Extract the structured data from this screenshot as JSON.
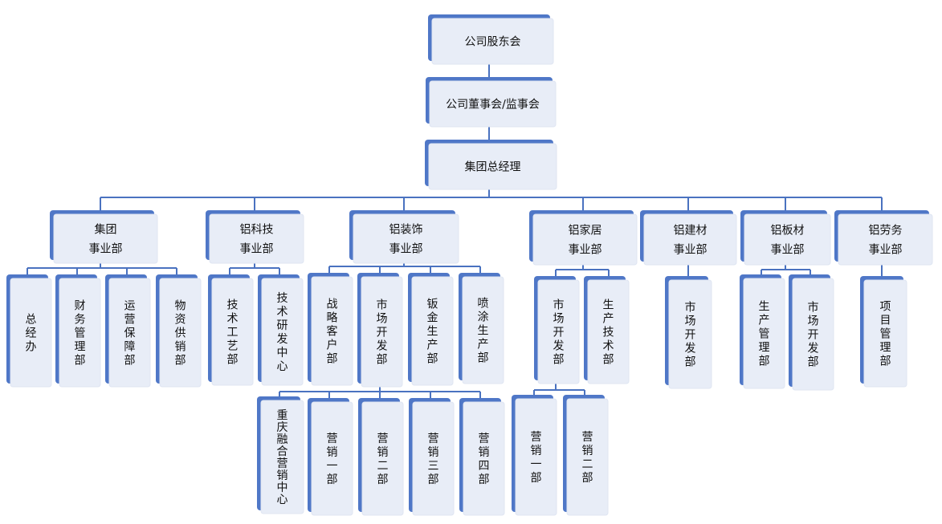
{
  "chart_data": {
    "type": "org-chart",
    "nodes": [
      {
        "id": "shareholders",
        "lines": [
          "公司股东会"
        ],
        "orientation": "horizontal",
        "parent": null
      },
      {
        "id": "board",
        "lines": [
          "公司董事会/监事会"
        ],
        "orientation": "horizontal",
        "parent": "shareholders"
      },
      {
        "id": "gm",
        "lines": [
          "集团总经理"
        ],
        "orientation": "horizontal",
        "parent": "board"
      },
      {
        "id": "group-division",
        "lines": [
          "集团",
          "事业部"
        ],
        "orientation": "horizontal",
        "parent": "gm"
      },
      {
        "id": "al-tech-division",
        "lines": [
          "铝科技",
          "事业部"
        ],
        "orientation": "horizontal",
        "parent": "gm"
      },
      {
        "id": "al-decor-division",
        "lines": [
          "铝装饰",
          "事业部"
        ],
        "orientation": "horizontal",
        "parent": "gm"
      },
      {
        "id": "al-home-division",
        "lines": [
          "铝家居",
          "事业部"
        ],
        "orientation": "horizontal",
        "parent": "gm"
      },
      {
        "id": "al-build-division",
        "lines": [
          "铝建材",
          "事业部"
        ],
        "orientation": "horizontal",
        "parent": "gm"
      },
      {
        "id": "al-sheet-division",
        "lines": [
          "铝板材",
          "事业部"
        ],
        "orientation": "horizontal",
        "parent": "gm"
      },
      {
        "id": "al-labor-division",
        "lines": [
          "铝劳务",
          "事业部"
        ],
        "orientation": "horizontal",
        "parent": "gm"
      },
      {
        "id": "g-office",
        "lines": [
          "总经办"
        ],
        "orientation": "vertical",
        "parent": "group-division"
      },
      {
        "id": "g-finance",
        "lines": [
          "财务管理部"
        ],
        "orientation": "vertical",
        "parent": "group-division"
      },
      {
        "id": "g-ops",
        "lines": [
          "运营保障部"
        ],
        "orientation": "vertical",
        "parent": "group-division"
      },
      {
        "id": "g-supply",
        "lines": [
          "物资供销部"
        ],
        "orientation": "vertical",
        "parent": "group-division"
      },
      {
        "id": "t-process",
        "lines": [
          "技术工艺部"
        ],
        "orientation": "vertical",
        "parent": "al-tech-division"
      },
      {
        "id": "t-rnd",
        "lines": [
          "技术研发中心"
        ],
        "orientation": "vertical",
        "parent": "al-tech-division"
      },
      {
        "id": "d-strategy",
        "lines": [
          "战略客户部"
        ],
        "orientation": "vertical",
        "parent": "al-decor-division"
      },
      {
        "id": "d-market",
        "lines": [
          "市场开发部"
        ],
        "orientation": "vertical",
        "parent": "al-decor-division"
      },
      {
        "id": "d-sheetmetal",
        "lines": [
          "钣金生产部"
        ],
        "orientation": "vertical",
        "parent": "al-decor-division"
      },
      {
        "id": "d-spray",
        "lines": [
          "喷涂生产部"
        ],
        "orientation": "vertical",
        "parent": "al-decor-division"
      },
      {
        "id": "dm-chongqing",
        "lines": [
          "重庆融合营销中心"
        ],
        "orientation": "vertical",
        "parent": "d-market"
      },
      {
        "id": "dm-sales1",
        "lines": [
          "营销一部"
        ],
        "orientation": "vertical",
        "parent": "d-market"
      },
      {
        "id": "dm-sales2",
        "lines": [
          "营销二部"
        ],
        "orientation": "vertical",
        "parent": "d-market"
      },
      {
        "id": "dm-sales3",
        "lines": [
          "营销三部"
        ],
        "orientation": "vertical",
        "parent": "d-market"
      },
      {
        "id": "dm-sales4",
        "lines": [
          "营销四部"
        ],
        "orientation": "vertical",
        "parent": "d-market"
      },
      {
        "id": "h-market",
        "lines": [
          "市场开发部"
        ],
        "orientation": "vertical",
        "parent": "al-home-division"
      },
      {
        "id": "h-prodtech",
        "lines": [
          "生产技术部"
        ],
        "orientation": "vertical",
        "parent": "al-home-division"
      },
      {
        "id": "hm-sales1",
        "lines": [
          "营销一部"
        ],
        "orientation": "vertical",
        "parent": "h-market"
      },
      {
        "id": "hm-sales2",
        "lines": [
          "营销二部"
        ],
        "orientation": "vertical",
        "parent": "h-market"
      },
      {
        "id": "b-market",
        "lines": [
          "市场开发部"
        ],
        "orientation": "vertical",
        "parent": "al-build-division"
      },
      {
        "id": "s-prodmgmt",
        "lines": [
          "生产管理部"
        ],
        "orientation": "vertical",
        "parent": "al-sheet-division"
      },
      {
        "id": "s-market",
        "lines": [
          "市场开发部"
        ],
        "orientation": "vertical",
        "parent": "al-sheet-division"
      },
      {
        "id": "l-project",
        "lines": [
          "项目管理部"
        ],
        "orientation": "vertical",
        "parent": "al-labor-division"
      }
    ]
  }
}
